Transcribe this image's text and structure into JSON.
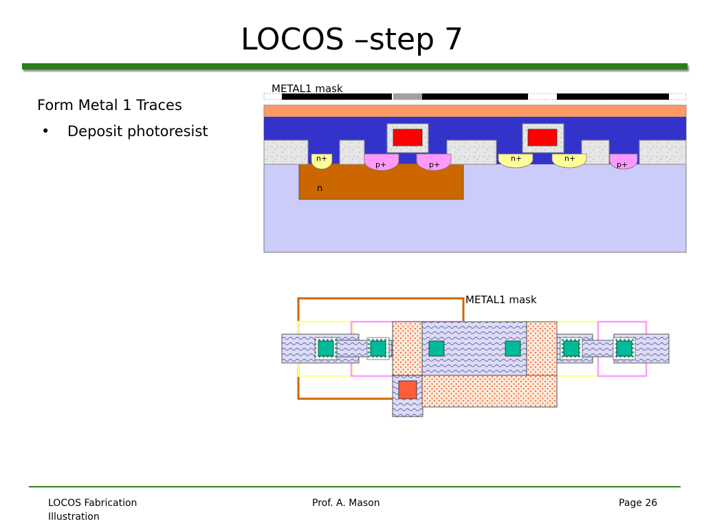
{
  "slide": {
    "title": "LOCOS –step 7",
    "heading": "Form Metal 1 Traces",
    "bullets": [
      "Deposit photoresist"
    ]
  },
  "cross_section": {
    "mask_label": "METAL1 mask",
    "regions": [
      "n+",
      "p+",
      "p+",
      "n+",
      "n+",
      "p+"
    ],
    "well_label": "n"
  },
  "layout_view": {
    "mask_label": "METAL1 mask"
  },
  "footer": {
    "left": "LOCOS Fabrication Illustration",
    "center": "Prof. A. Mason",
    "right": "Page 26"
  },
  "colors": {
    "title_rule": "#2e7d1b",
    "substrate": "#ccccfa",
    "oxide_blue": "#3333cc",
    "photoresist": "#ff9966",
    "n_well": "#cc6600",
    "n_plus": "#ffff99",
    "p_plus": "#ff99ff",
    "poly_red": "#ff0000",
    "contact_teal": "#00bb99",
    "metal_hatch": "#dcdcf5",
    "red_dots_fill": "#ffe8d8"
  }
}
